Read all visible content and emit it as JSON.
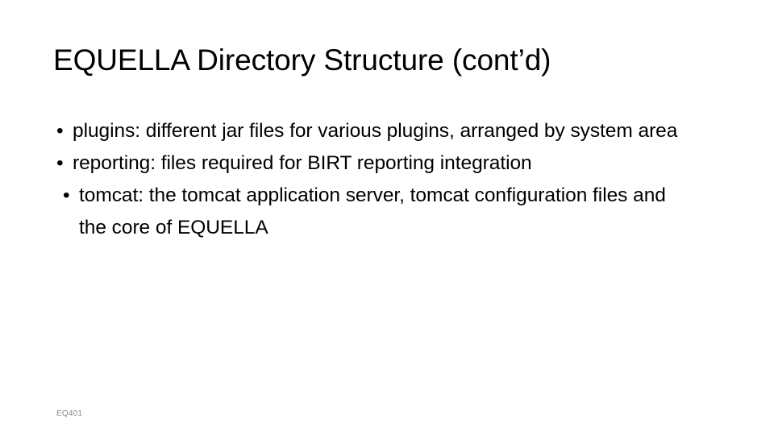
{
  "slide": {
    "title": "EQUELLA Directory Structure (cont’d)",
    "bullet_char": "•",
    "bullets": [
      {
        "text": "plugins: different jar files for various plugins, arranged by system area",
        "continuation": ""
      },
      {
        "text": "reporting: files required for BIRT reporting integration",
        "continuation": ""
      },
      {
        "text": "tomcat: the tomcat application server, tomcat configuration files and",
        "continuation": "the core of EQUELLA"
      }
    ],
    "footer_code": "EQ401",
    "colors": {
      "background": "#ffffff",
      "text": "#000000",
      "footer": "#8a8a8a"
    }
  }
}
